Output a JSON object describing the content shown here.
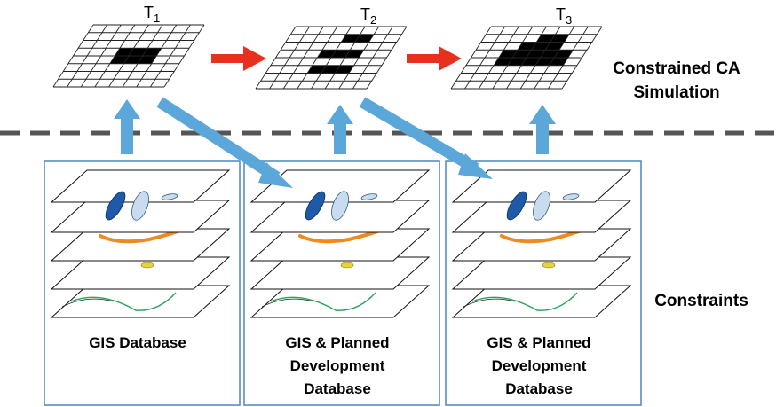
{
  "time_steps": [
    {
      "label": "T",
      "sub": "1"
    },
    {
      "label": "T",
      "sub": "2"
    },
    {
      "label": "T",
      "sub": "3"
    }
  ],
  "sections": {
    "simulation_line1": "Constrained CA",
    "simulation_line2": "Simulation",
    "constraints": "Constraints"
  },
  "databases": [
    {
      "lines": [
        "GIS Database"
      ]
    },
    {
      "lines": [
        "GIS & Planned",
        "Development",
        "Database"
      ]
    },
    {
      "lines": [
        "GIS & Planned",
        "Development",
        "Database"
      ]
    }
  ],
  "colors": {
    "transition_arrow": "#e8301f",
    "flow_arrow": "#5ba7d9",
    "box_border": "#4a86c5",
    "dashed_line": "#555555",
    "cell_fill": "#000000",
    "blob_dark": "#1e5aa8",
    "blob_light": "#c9dcef",
    "road": "#f08a1e",
    "yellow": "#e8d23a",
    "green_line": "#2aa35a"
  }
}
